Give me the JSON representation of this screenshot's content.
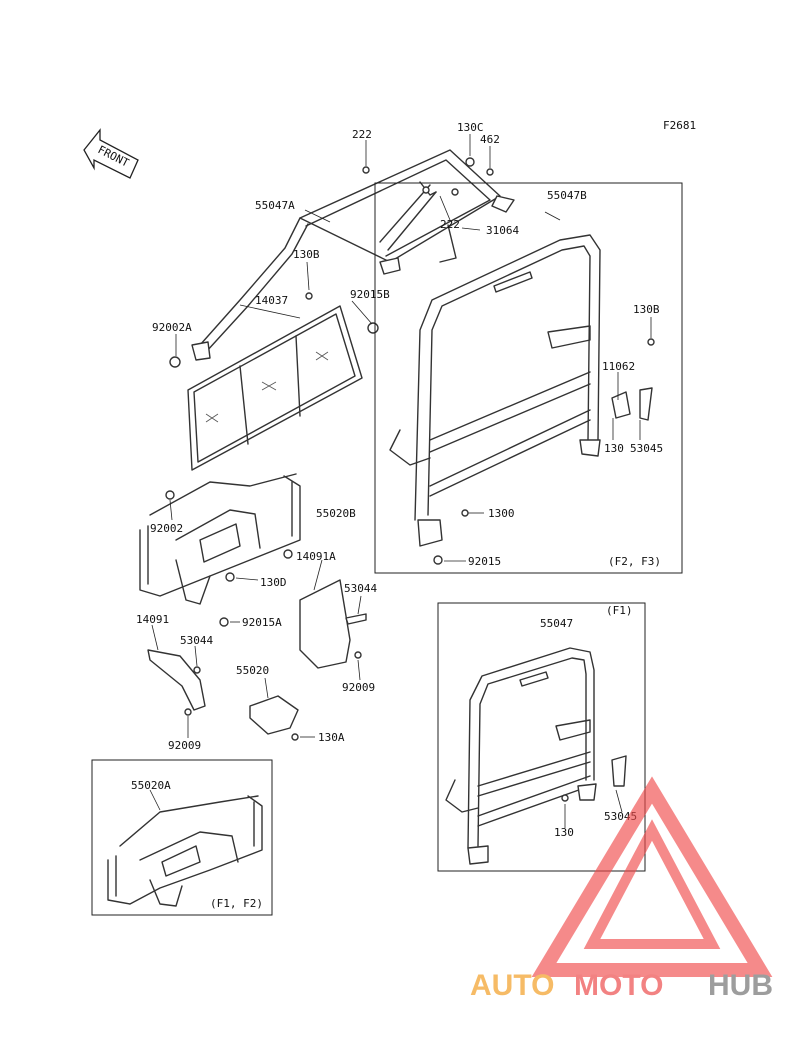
{
  "figure_code": "F2681",
  "front_arrow_label": "FRONT",
  "labels": {
    "p222_top": "222",
    "p130C": "130C",
    "p462": "462",
    "p55047A": "55047A",
    "p55047B": "55047B",
    "p222_mid": "222",
    "p31064": "31064",
    "p130B_left": "130B",
    "p14037": "14037",
    "p92015B": "92015B",
    "p92002A": "92002A",
    "p130B_right": "130B",
    "p11062": "11062",
    "p130_right": "130",
    "p53045_right": "53045",
    "p92002": "92002",
    "p55020B": "55020B",
    "p1300": "1300",
    "p92015": "92015",
    "p14091A": "14091A",
    "p130D": "130D",
    "p53044_a": "53044",
    "p92015A": "92015A",
    "p14091": "14091",
    "p53044_b": "53044",
    "p55020": "55020",
    "p92009_a": "92009",
    "p92009_b": "92009",
    "p130A": "130A",
    "p55047": "55047",
    "p130_lower": "130",
    "p53045_lower": "53045",
    "p55020A": "55020A"
  },
  "variant_labels": {
    "box_upper_right": "(F2, F3)",
    "box_lower_right": "(F1)",
    "box_lower_left": "(F1, F2)"
  },
  "watermark": {
    "part1": "AUTO",
    "part2": "MOTO",
    "part3": "HUB",
    "color1": "#f5b04c",
    "color2": "#f06d6d",
    "color3": "#8c8c8c",
    "triangle_color": "#f04848"
  }
}
